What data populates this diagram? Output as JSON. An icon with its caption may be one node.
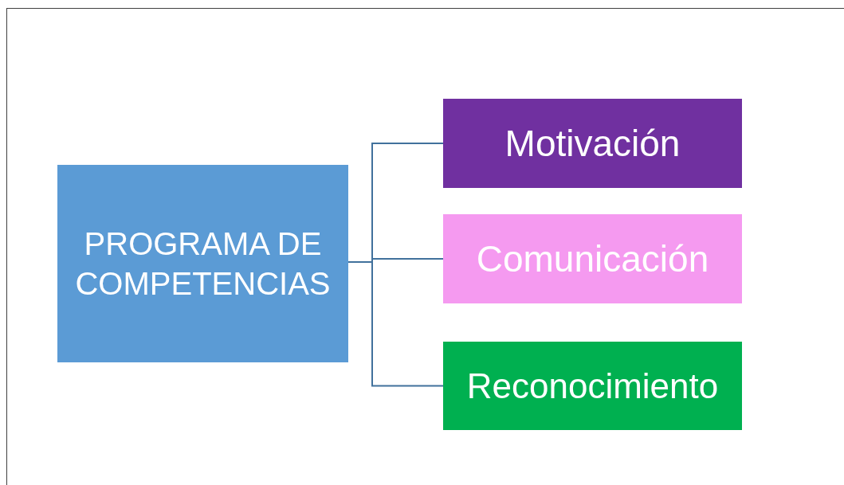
{
  "diagram": {
    "nodes": [
      {
        "text": [
          "PROGRAMA DE COMPETENCIAS"
        ]
      },
      {
        "text": [
          "Motivación"
        ]
      },
      {
        "text": [
          "Comunicación"
        ]
      },
      {
        "text": [
          "Reconocimiento"
        ]
      }
    ],
    "edges": [
      {
        "from": 0,
        "to": 1,
        "arrow": "none"
      },
      {
        "from": 0,
        "to": 2,
        "arrow": "none"
      },
      {
        "from": 0,
        "to": 3,
        "arrow": "none"
      }
    ]
  }
}
